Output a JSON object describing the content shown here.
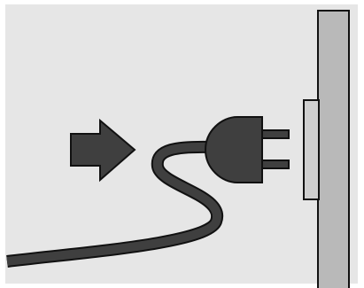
{
  "scene": {
    "subject": "plug-into-wall-outlet",
    "elements": [
      "direction-arrow",
      "power-cord",
      "plug",
      "wall-socket",
      "wall"
    ],
    "colors": {
      "background": "#e6e6e6",
      "frame": "#ffffff",
      "dark": "#3f3f3f",
      "outline": "#111111",
      "wall": "#b9b9b9",
      "socket": "#cfcfcf"
    },
    "icons": {
      "arrow": "right-arrow-icon",
      "plug": "power-plug-icon",
      "socket": "wall-socket-icon"
    }
  }
}
